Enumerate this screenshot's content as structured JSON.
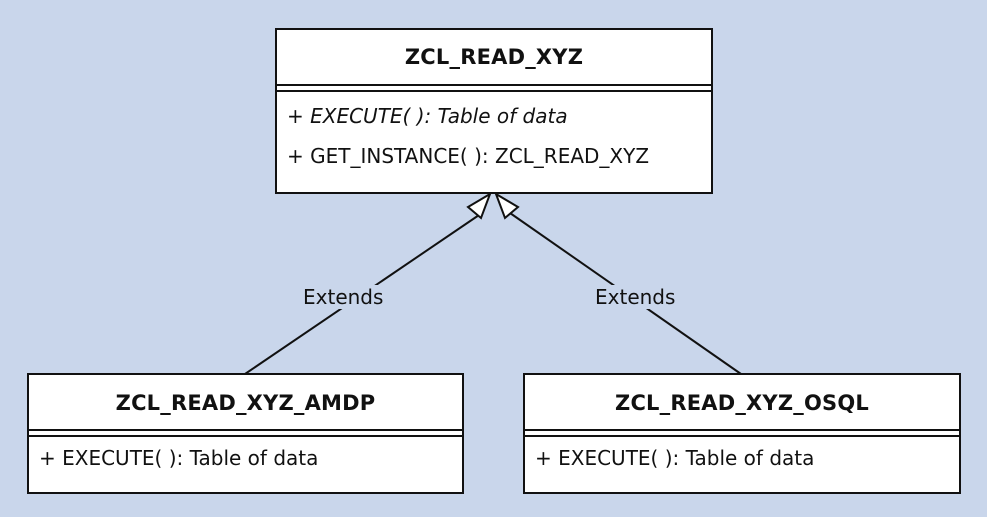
{
  "diagram": {
    "classes": {
      "base": {
        "name": "ZCL_READ_XYZ",
        "operations": [
          {
            "text": "+ EXECUTE( ): Table of data",
            "abstract": true
          },
          {
            "text": "+ GET_INSTANCE( ): ZCL_READ_XYZ",
            "abstract": false
          }
        ]
      },
      "amdp": {
        "name": "ZCL_READ_XYZ_AMDP",
        "operations": [
          {
            "text": "+ EXECUTE( ): Table of data",
            "abstract": false
          }
        ]
      },
      "osql": {
        "name": "ZCL_READ_XYZ_OSQL",
        "operations": [
          {
            "text": "+ EXECUTE( ): Table of data",
            "abstract": false
          }
        ]
      }
    },
    "relations": [
      {
        "from": "amdp",
        "to": "base",
        "type": "generalization",
        "label": "Extends"
      },
      {
        "from": "osql",
        "to": "base",
        "type": "generalization",
        "label": "Extends"
      }
    ]
  }
}
